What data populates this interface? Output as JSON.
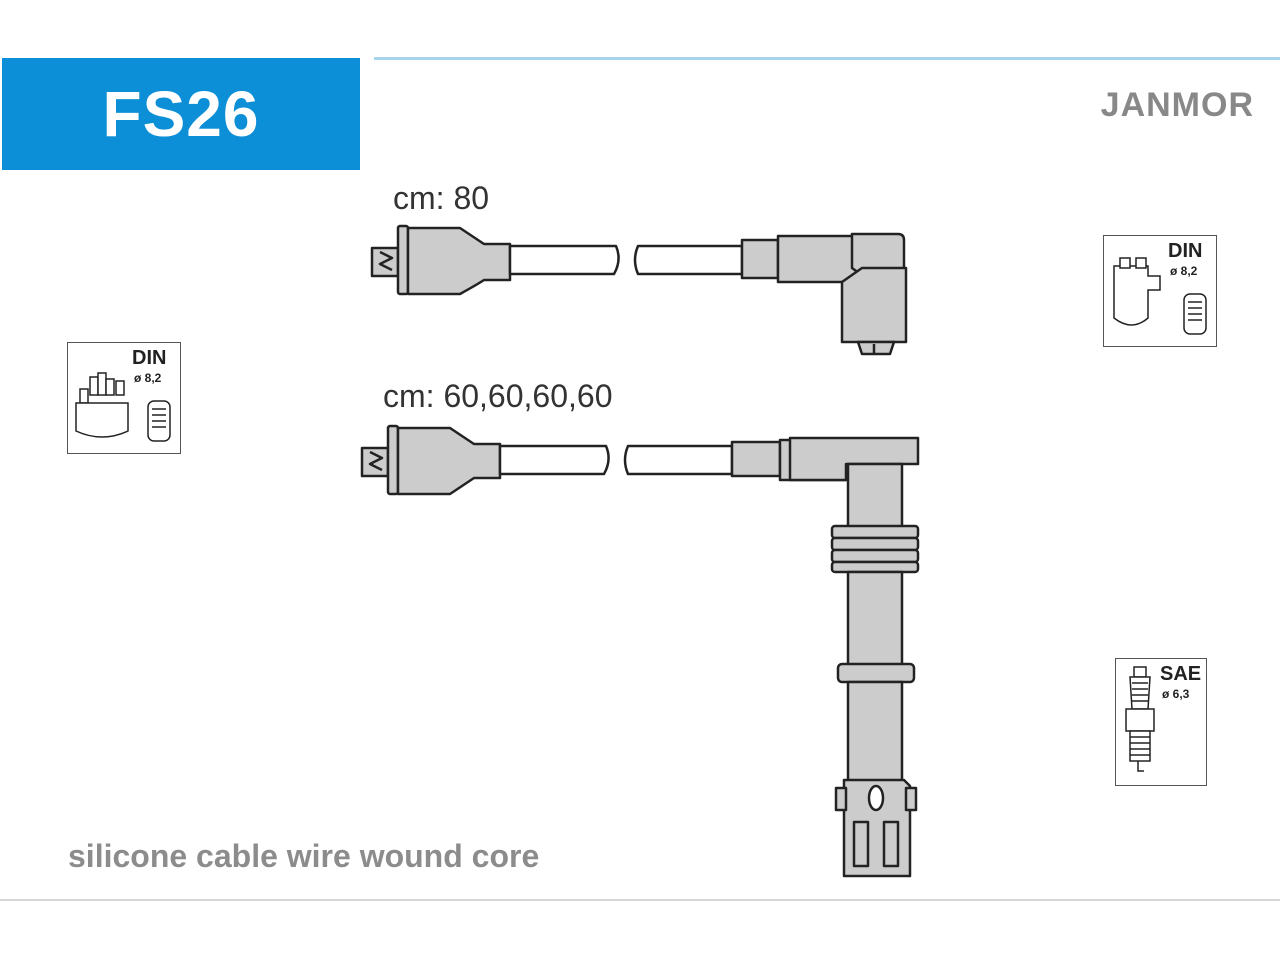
{
  "header": {
    "code": "FS26",
    "brand": "JANMOR"
  },
  "cables": [
    {
      "label": "cm: 80"
    },
    {
      "label": "cm: 60,60,60,60"
    }
  ],
  "connectors": {
    "distributor_left": {
      "standard": "DIN",
      "diameter": "ø 8,2"
    },
    "coil_right": {
      "standard": "DIN",
      "diameter": "ø 8,2"
    },
    "spark_plug": {
      "standard": "SAE",
      "diameter": "ø 6,3"
    }
  },
  "footer": {
    "note": "silicone cable wire wound core"
  },
  "colors": {
    "badge": "#0c8fd6",
    "part_fill": "#cccccc",
    "outline": "#222222"
  }
}
